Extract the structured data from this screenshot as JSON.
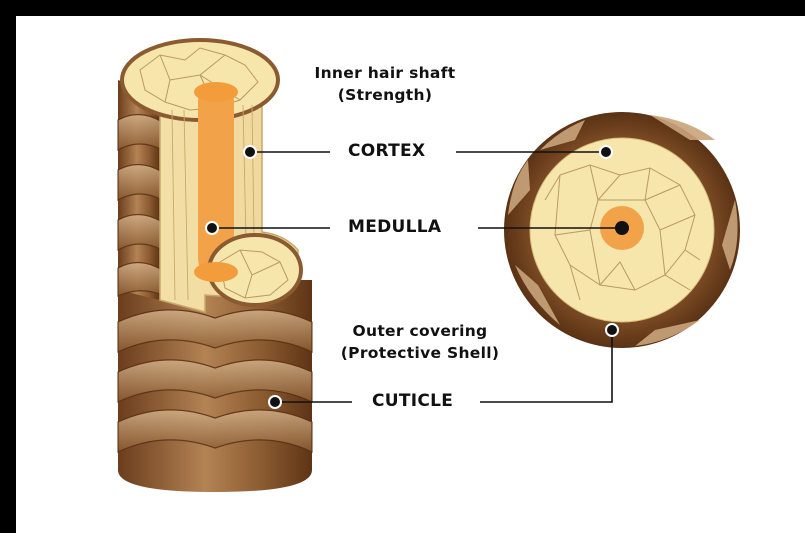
{
  "labels": {
    "inner_line1": "Inner hair shaft",
    "inner_line2": "(Strength)",
    "cortex": "CORTEX",
    "medulla": "MEDULLA",
    "outer_line1": "Outer covering",
    "outer_line2": "(Protective Shell)",
    "cuticle": "CUTICLE"
  },
  "colors": {
    "frame": "#000000",
    "background": "#ffffff",
    "cortex": "#f6e6ab",
    "cortex_lines": "#b89a62",
    "medulla": "#f2a34a",
    "cuticle_dark": "#7a4a24",
    "cuticle_mid": "#a47448",
    "cuticle_light": "#c9a47c",
    "leader": "#111111"
  }
}
